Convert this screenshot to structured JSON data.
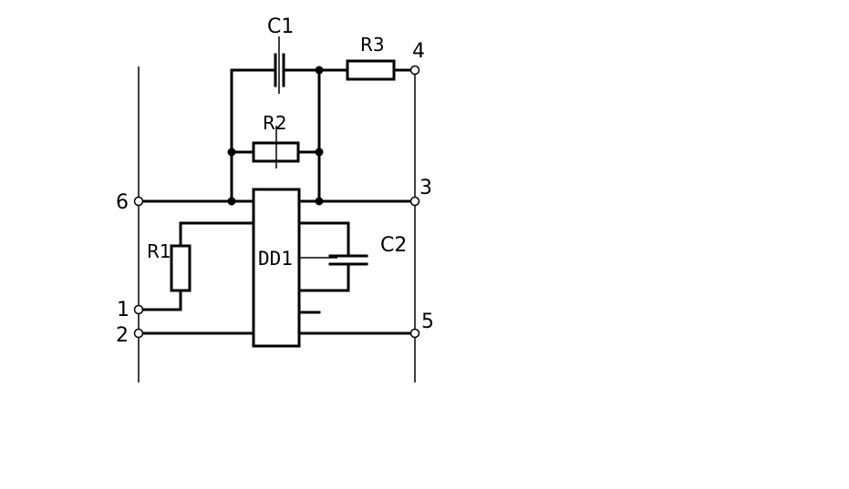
{
  "components": {
    "c1": "C1",
    "c2": "C2",
    "r1": "R1",
    "r2": "R2",
    "r3": "R3",
    "dd1": "DD1"
  },
  "terminals": {
    "t1": "1",
    "t2": "2",
    "t3": "3",
    "t4": "4",
    "t5": "5",
    "t6": "6"
  }
}
